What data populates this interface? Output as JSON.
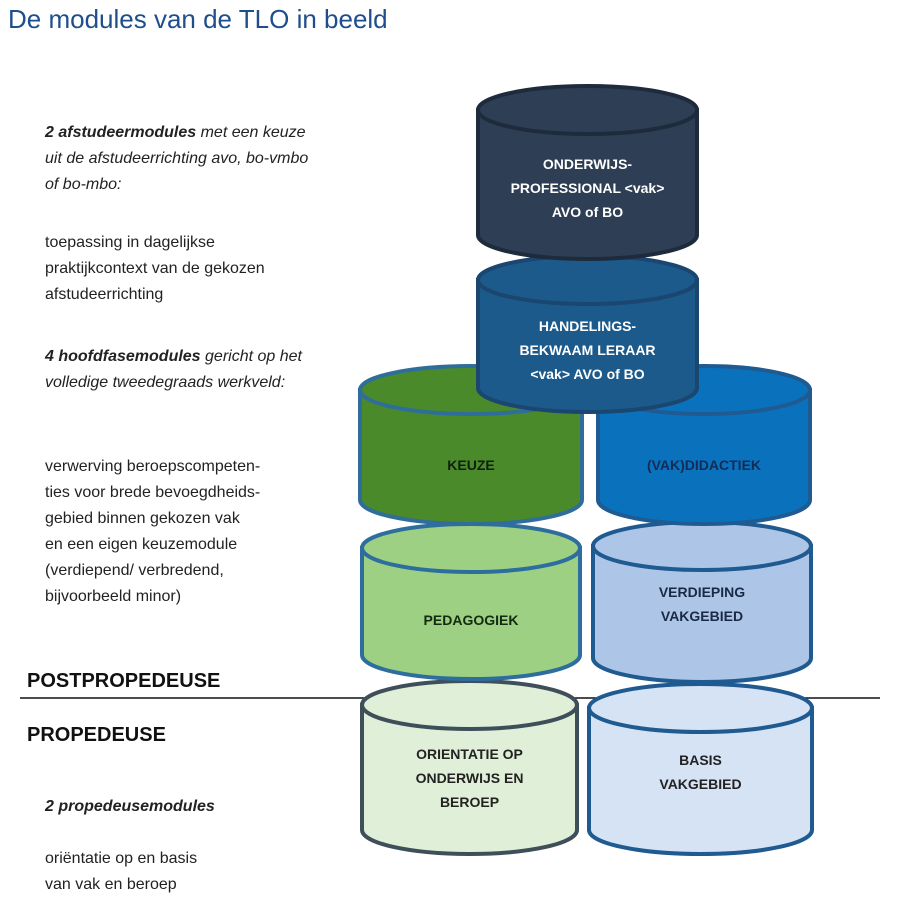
{
  "title": "De modules van de TLO in beeld",
  "left": {
    "afstudeer_bold": "2 afstudeermodules",
    "afstudeer_rest": " met een keuze uit de afstudeerrichting avo, bo-vmbo of bo-mbo:",
    "afstudeer_desc": [
      "toepassing in dagelijkse",
      "praktijkcontext van de gekozen",
      "afstudeerrichting"
    ],
    "hoofdfase_bold": "4 hoofdfasemodules",
    "hoofdfase_rest": " gericht op het volledige tweedegraads werkveld:",
    "hoofdfase_desc": [
      "verwerving beroepscompeten-",
      "ties voor brede bevoegdheids-",
      "gebied binnen gekozen vak",
      "en een eigen keuzemodule",
      "(verdiepend/ verbredend,",
      "bijvoorbeeld minor)"
    ],
    "postpropedeuse": "POSTPROPEDEUSE",
    "propedeuse": "PROPEDEUSE",
    "prop_modules": "2 propedeusemodules",
    "prop_desc": [
      "oriëntatie op en basis",
      "van vak en beroep"
    ]
  },
  "modules": {
    "orientatie": [
      "ORIENTATIE OP",
      "ONDERWIJS EN",
      "BEROEP"
    ],
    "basis": [
      "BASIS",
      "VAKGEBIED"
    ],
    "pedagogiek": [
      "PEDAGOGIEK"
    ],
    "verdieping": [
      "VERDIEPING",
      "VAKGEBIED"
    ],
    "keuze": [
      "KEUZE"
    ],
    "vakdidactiek": [
      "(VAK)DIDACTIEK"
    ],
    "handelings": [
      "HANDELINGS-",
      "BEKWAAM LERAAR",
      "<vak> AVO of BO"
    ],
    "professional": [
      "ONDERWIJS-",
      "PROFESSIONAL <vak>",
      "AVO of BO"
    ]
  },
  "colors": {
    "title": "#1f4e8c",
    "professional": "#2e3e54",
    "handelings": "#1c5a8c",
    "keuze": "#4a8a2a",
    "vakdidactiek": "#0a72bd",
    "pedagogiek": "#9dd083",
    "verdieping": "#adc6e8",
    "orientatie": "#e0f0d8",
    "basis": "#d6e3f5"
  }
}
